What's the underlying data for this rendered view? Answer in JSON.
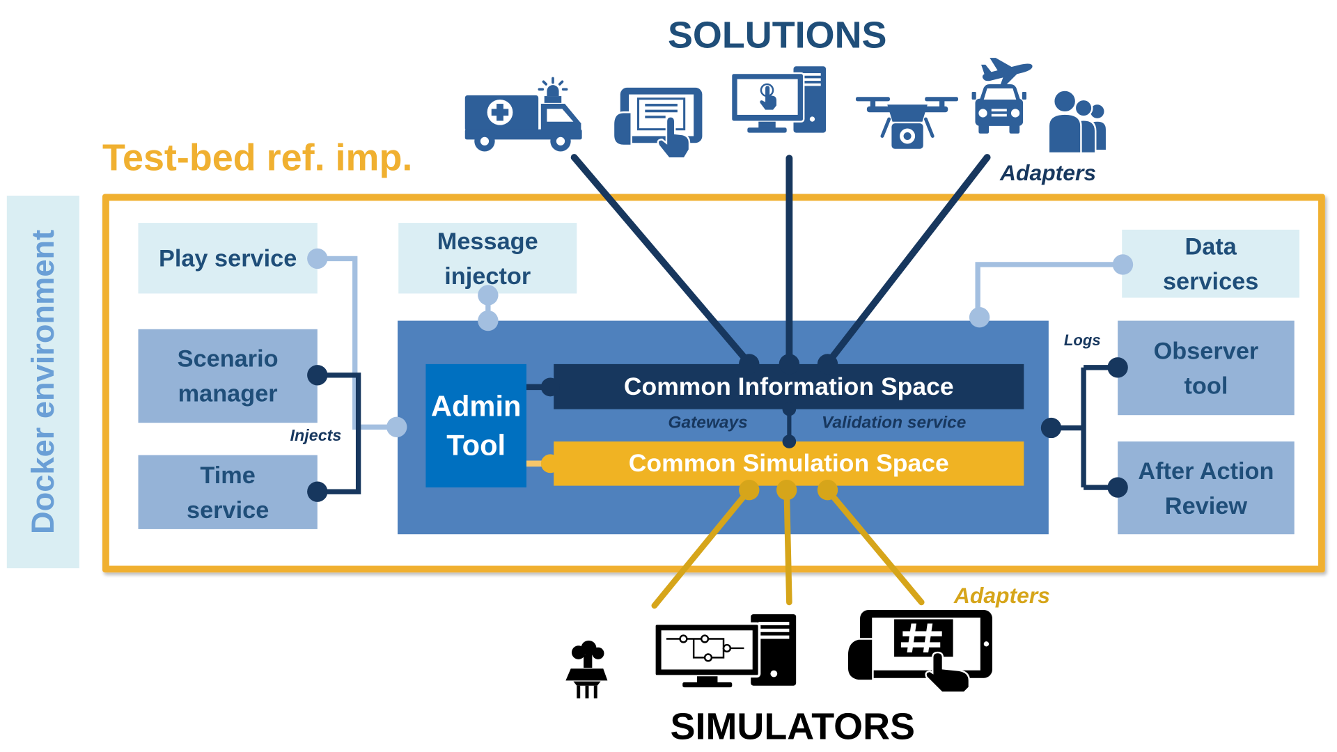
{
  "titles": {
    "solutions": "SOLUTIONS",
    "simulators": "SIMULATORS",
    "testbed": "Test-bed ref. imp.",
    "docker": "Docker environment"
  },
  "labels": {
    "solution_adapters": "Adapters",
    "simulator_adapters": "Adapters",
    "injects": "Injects",
    "logs": "Logs",
    "gateways": "Gateways",
    "validation_service": "Validation service"
  },
  "components": {
    "play_service": "Play service",
    "message_injector": "Message injector",
    "scenario_manager": "Scenario manager",
    "time_service": "Time service",
    "admin_tool": "Admin Tool",
    "common_information_space": "Common Information Space",
    "common_simulation_space": "Common Simulation Space",
    "data_services": "Data services",
    "observer_tool": "Observer tool",
    "after_action_review": "After Action Review"
  },
  "icons": {
    "solutions": [
      "ambulance-icon",
      "tablet-touch-icon",
      "desktop-computer-icon",
      "drone-icon",
      "airplane-icon",
      "vehicle-icon",
      "people-icon"
    ],
    "simulators": [
      "explosion-icon",
      "simulation-computer-icon",
      "tablet-hash-icon"
    ]
  },
  "colors": {
    "solutions_navy": "#17375e",
    "text_blue": "#1f4e79",
    "icon_blue": "#2e5f99",
    "testbed_orange": "#f0b030",
    "simulation_gold": "#f0b323",
    "simulator_line_gold": "#d6a51a",
    "platform_blue": "#4f81bd",
    "admin_blue": "#0070c0",
    "service_light": "#dbeef4",
    "service_mid": "#95b3d7",
    "docker_text": "#6a9fd6"
  }
}
